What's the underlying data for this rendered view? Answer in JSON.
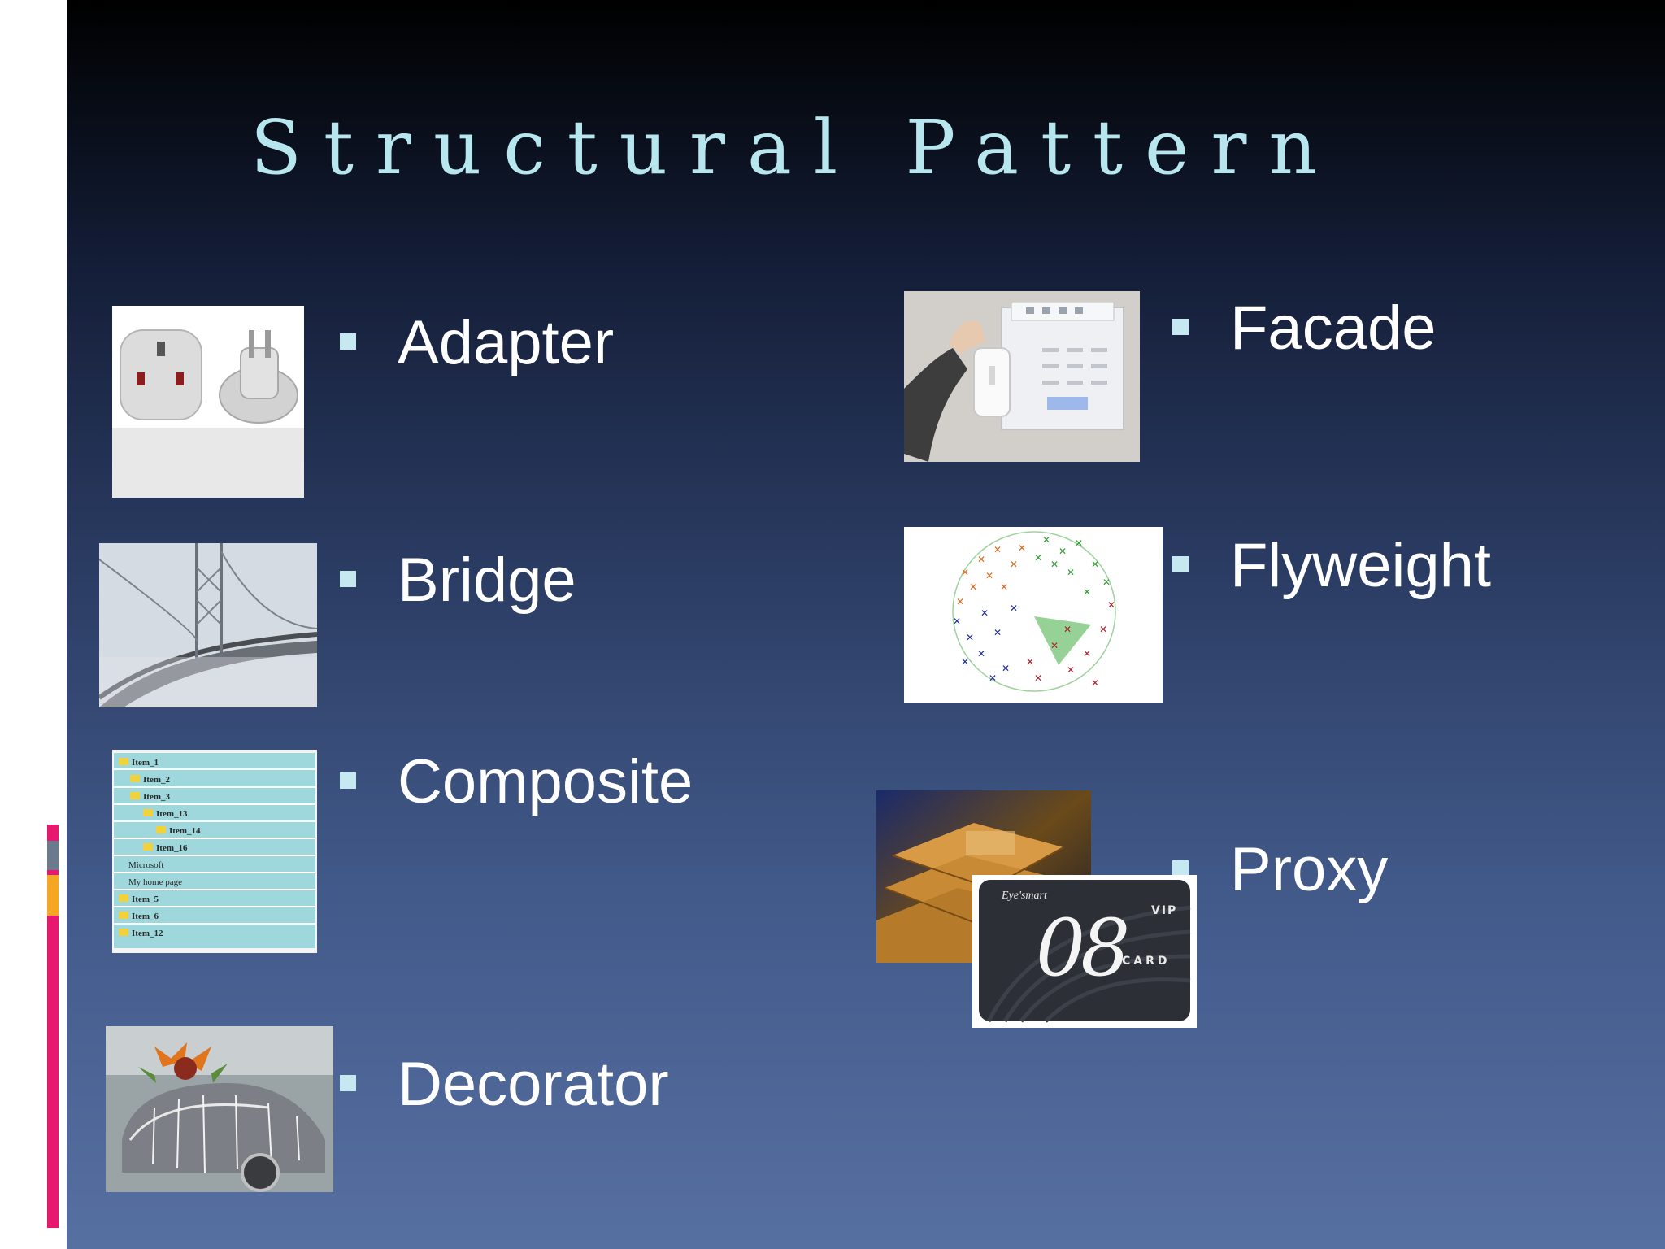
{
  "slide": {
    "title": "Structural Pattern",
    "accent_colors": [
      "#e6196e",
      "#f5a623",
      "#6b7a8c"
    ],
    "title_color": "#b7e6ef"
  },
  "patterns": {
    "adapter": "Adapter",
    "bridge": "Bridge",
    "composite": "Composite",
    "decorator": "Decorator",
    "facade": "Facade",
    "flyweight": "Flyweight",
    "proxy": "Proxy"
  },
  "tree_items": [
    "Item_1",
    "Item_2",
    "Item_3",
    "Item_13",
    "Item_14",
    "Item_16",
    "Microsoft",
    "My home page",
    "Item_5",
    "Item_6",
    "Item_12"
  ],
  "card": {
    "brand": "Eye'smart",
    "tier": "VIP",
    "number": "08",
    "word": "CARD"
  }
}
